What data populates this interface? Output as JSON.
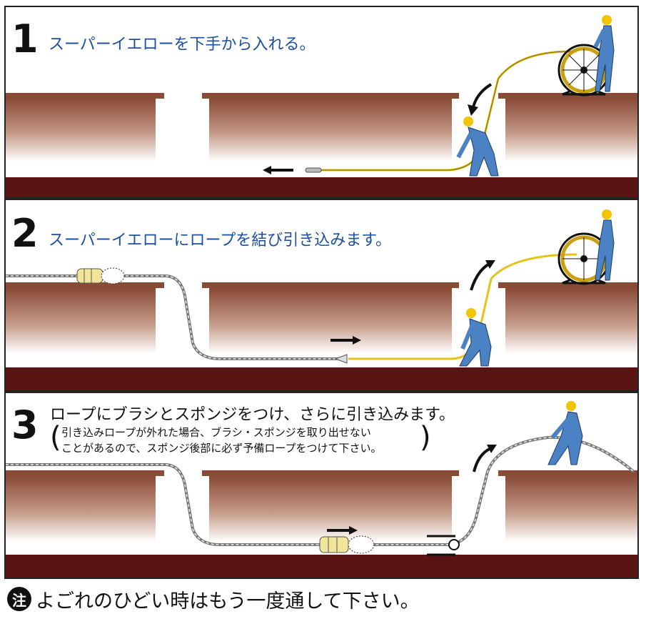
{
  "steps": [
    {
      "number": "1",
      "caption": "スーパーイエローを下手から入れる。"
    },
    {
      "number": "2",
      "caption": "スーパーイエローにロープを結び引き込みます。"
    },
    {
      "number": "3",
      "caption": "ロープにブラシとスポンジをつけ、さらに引き込みます。",
      "sub_line1": "引き込みロープが外れた場合、ブラシ・スポンジを取り出せない",
      "sub_line2": "ことがあるので、スポンジ後部に必ず予備ロープをつけて下さい。",
      "paren_open": "(",
      "paren_close": ")"
    }
  ],
  "note": {
    "badge": "注",
    "text": "よごれのひどい時はもう一度通して下さい。"
  },
  "colors": {
    "ground_top": "#8a4a36",
    "ground_bottom": "#ffffff",
    "duct": "#5a1414",
    "caption_blue": "#1b4fa0",
    "worker_blue": "#4a82c4",
    "helmet": "#f2c400",
    "wire_yellow": "#e6c21a"
  }
}
